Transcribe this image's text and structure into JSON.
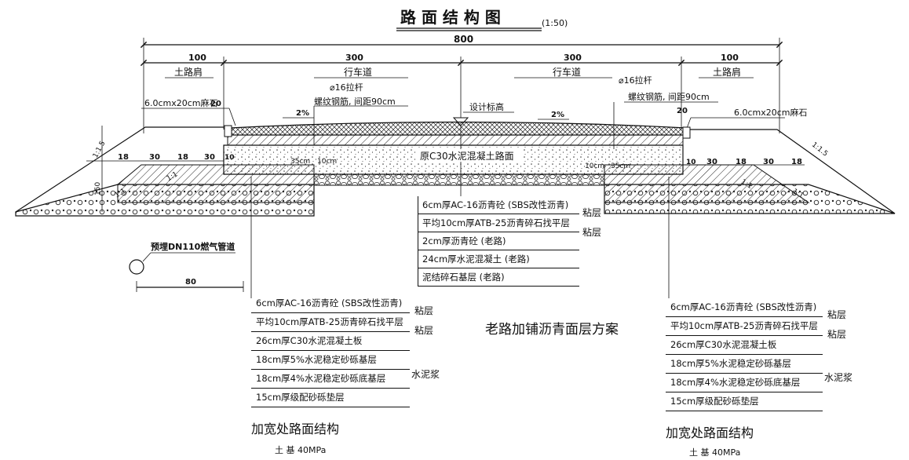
{
  "title": {
    "text": "路 面 结 构 图",
    "scale": "(1:50)"
  },
  "dims": {
    "total": "800",
    "shoulder_left": "100",
    "shoulder_left_label": "土路肩",
    "lane_left": "300",
    "lane_left_label": "行车道",
    "lane_right": "300",
    "lane_right_label": "行车道",
    "shoulder_right": "100",
    "shoulder_right_label": "土路肩",
    "curb_w": "20",
    "step": "18",
    "step2": "30",
    "joint_10": "10",
    "joint_10cm": "10cm",
    "joint_35cm": "35cm",
    "slope_11": "1:1",
    "slope_115": "1:1.5",
    "height_150": "150",
    "pipe_offset": "80"
  },
  "labels": {
    "tie_bar_left": "⌀16拉杆",
    "tie_bar_right": "⌀16拉杆",
    "rebar_left": "螺纹钢筋, 间距90cm",
    "rebar_right": "螺纹钢筋, 间距90cm",
    "curb_left": "6.0cmx20cm麻石",
    "curb_right": "6.0cmx20cm麻石",
    "grade_left": "2%",
    "grade_right": "2%",
    "design_elev": "设计标高",
    "old_slab": "原C30水泥混凝土路面",
    "gas_pipe": "预埋DN110燃气管道"
  },
  "center_layers": {
    "items": [
      "6cm厚AC-16沥青砼 (SBS改性沥青)",
      "平均10cm厚ATB-25沥青碎石找平层",
      "2cm厚沥青砼 (老路)",
      "24cm厚水泥混凝土 (老路)",
      "泥结碎石基层 (老路)"
    ],
    "side1": "粘层",
    "side2": "粘层",
    "caption": "老路加铺沥青面层方案"
  },
  "left_layers": {
    "items": [
      "6cm厚AC-16沥青砼 (SBS改性沥青)",
      "平均10cm厚ATB-25沥青碎石找平层",
      "26cm厚C30水泥混凝土板",
      "18cm厚5%水泥稳定砂砾基层",
      "18cm厚4%水泥稳定砂砾底基层",
      "15cm厚级配砂砾垫层"
    ],
    "side1": "粘层",
    "side2": "粘层",
    "side3": "水泥浆",
    "caption": "加宽处路面结构",
    "subgrade": "土  基 40MPa"
  },
  "right_layers": {
    "items": [
      "6cm厚AC-16沥青砼 (SBS改性沥青)",
      "平均10cm厚ATB-25沥青碎石找平层",
      "26cm厚C30水泥混凝土板",
      "18cm厚5%水泥稳定砂砾基层",
      "18cm厚4%水泥稳定砂砾底基层",
      "15cm厚级配砂砾垫层"
    ],
    "side1": "粘层",
    "side2": "粘层",
    "side3": "水泥浆",
    "caption": "加宽处路面结构",
    "subgrade": "土  基 40MPa"
  }
}
